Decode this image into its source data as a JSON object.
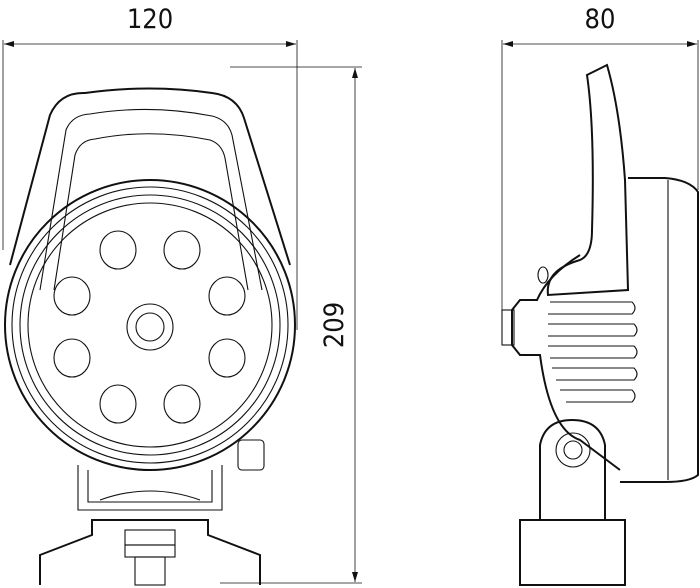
{
  "dimensions": {
    "width_front": "120",
    "depth_side": "80",
    "height": "209"
  },
  "colors": {
    "line": "#111111",
    "background": "#ffffff"
  }
}
